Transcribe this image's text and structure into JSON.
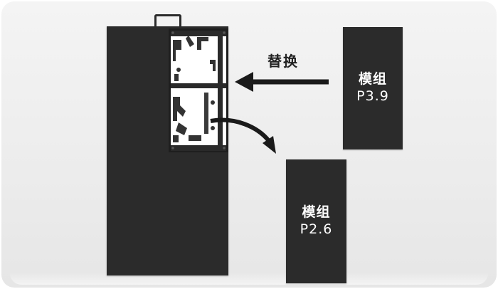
{
  "diagram": {
    "action_label": "替换",
    "modules": [
      {
        "name": "模组",
        "pitch": "P3.9"
      },
      {
        "name": "模组",
        "pitch": "P2.6"
      }
    ],
    "colors": {
      "module_fill": "#2b2b2b",
      "text_light": "#ffffff",
      "text_dark": "#222222",
      "background": "#efefef"
    }
  }
}
